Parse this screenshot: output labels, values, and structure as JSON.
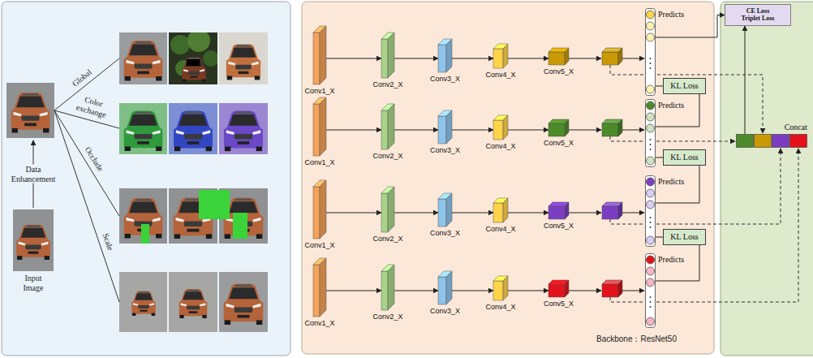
{
  "diagram": {
    "nodes": [
      {
        "text": [
          "Backbone：ResNet50"
        ]
      },
      {
        "text": [
          "Conv1_X"
        ],
        "in": 0
      },
      {
        "text": [
          "Conv2_X"
        ],
        "in": 0
      },
      {
        "text": [
          "Conv3_X"
        ],
        "in": 0
      },
      {
        "text": [
          "Conv4_X"
        ],
        "in": 0
      },
      {
        "text": [
          "Conv5_X"
        ],
        "in": 0
      },
      {
        "text": [
          "Predicts"
        ],
        "in": 0
      },
      {
        "text": [
          "Conv1_X"
        ],
        "in": 0
      },
      {
        "text": [
          "Conv2_X"
        ],
        "in": 0
      },
      {
        "text": [
          "Conv3_X"
        ],
        "in": 0
      },
      {
        "text": [
          "Conv4_X"
        ],
        "in": 0
      },
      {
        "text": [
          "Conv5_X"
        ],
        "in": 0
      },
      {
        "text": [
          "Predicts"
        ],
        "in": 0
      },
      {
        "text": [
          "Conv1_X"
        ],
        "in": 0
      },
      {
        "text": [
          "Conv2_X"
        ],
        "in": 0
      },
      {
        "text": [
          "Conv3_X"
        ],
        "in": 0
      },
      {
        "text": [
          "Conv4_X"
        ],
        "in": 0
      },
      {
        "text": [
          "Conv5_X"
        ],
        "in": 0
      },
      {
        "text": [
          "Predicts"
        ],
        "in": 0
      },
      {
        "text": [
          "Conv1_X"
        ],
        "in": 0
      },
      {
        "text": [
          "Conv2_X"
        ],
        "in": 0
      },
      {
        "text": [
          "Conv3_X"
        ],
        "in": 0
      },
      {
        "text": [
          "Conv4_X"
        ],
        "in": 0
      },
      {
        "text": [
          "Conv5_X"
        ],
        "in": 0
      },
      {
        "text": [
          "Predicts"
        ],
        "in": 0
      },
      {
        "text": [
          "KL Loss"
        ],
        "in": 0
      },
      {
        "text": [
          "KL Loss"
        ],
        "in": 0
      },
      {
        "text": [
          "KL Loss"
        ],
        "in": 0
      },
      {
        "text": [
          "CE Loss Triplet Loss"
        ]
      },
      {
        "text": [
          "Concat"
        ]
      }
    ],
    "edges": [
      {
        "from": 1,
        "to": 2,
        "arrow": "to"
      },
      {
        "from": 2,
        "to": 3,
        "arrow": "to"
      },
      {
        "from": 3,
        "to": 4,
        "arrow": "to"
      },
      {
        "from": 4,
        "to": 5,
        "arrow": "to"
      },
      {
        "from": 7,
        "to": 8,
        "arrow": "to"
      },
      {
        "from": 8,
        "to": 9,
        "arrow": "to"
      },
      {
        "from": 9,
        "to": 10,
        "arrow": "to"
      },
      {
        "from": 10,
        "to": 11,
        "arrow": "to"
      },
      {
        "from": 13,
        "to": 14,
        "arrow": "to"
      },
      {
        "from": 14,
        "to": 15,
        "arrow": "to"
      },
      {
        "from": 15,
        "to": 16,
        "arrow": "to"
      },
      {
        "from": 16,
        "to": 17,
        "arrow": "to"
      },
      {
        "from": 19,
        "to": 20,
        "arrow": "to"
      },
      {
        "from": 20,
        "to": 21,
        "arrow": "to"
      },
      {
        "from": 21,
        "to": 22,
        "arrow": "to"
      },
      {
        "from": 22,
        "to": 23,
        "arrow": "to"
      },
      {
        "from": 6,
        "to": 25,
        "arrow": "none"
      },
      {
        "from": 25,
        "to": 12,
        "arrow": "none"
      },
      {
        "from": 12,
        "to": 26,
        "arrow": "none"
      },
      {
        "from": 26,
        "to": 18,
        "arrow": "none"
      },
      {
        "from": 18,
        "to": 27,
        "arrow": "none"
      },
      {
        "from": 27,
        "to": 24,
        "arrow": "none"
      },
      {
        "from": 6,
        "to": 28,
        "arrow": "to"
      },
      {
        "from": 29,
        "to": 28,
        "arrow": "to"
      }
    ],
    "labels": [
      "Global",
      "Color exchange",
      "Occlude",
      "Scale",
      "Data Enhancement",
      "Input Image"
    ]
  }
}
